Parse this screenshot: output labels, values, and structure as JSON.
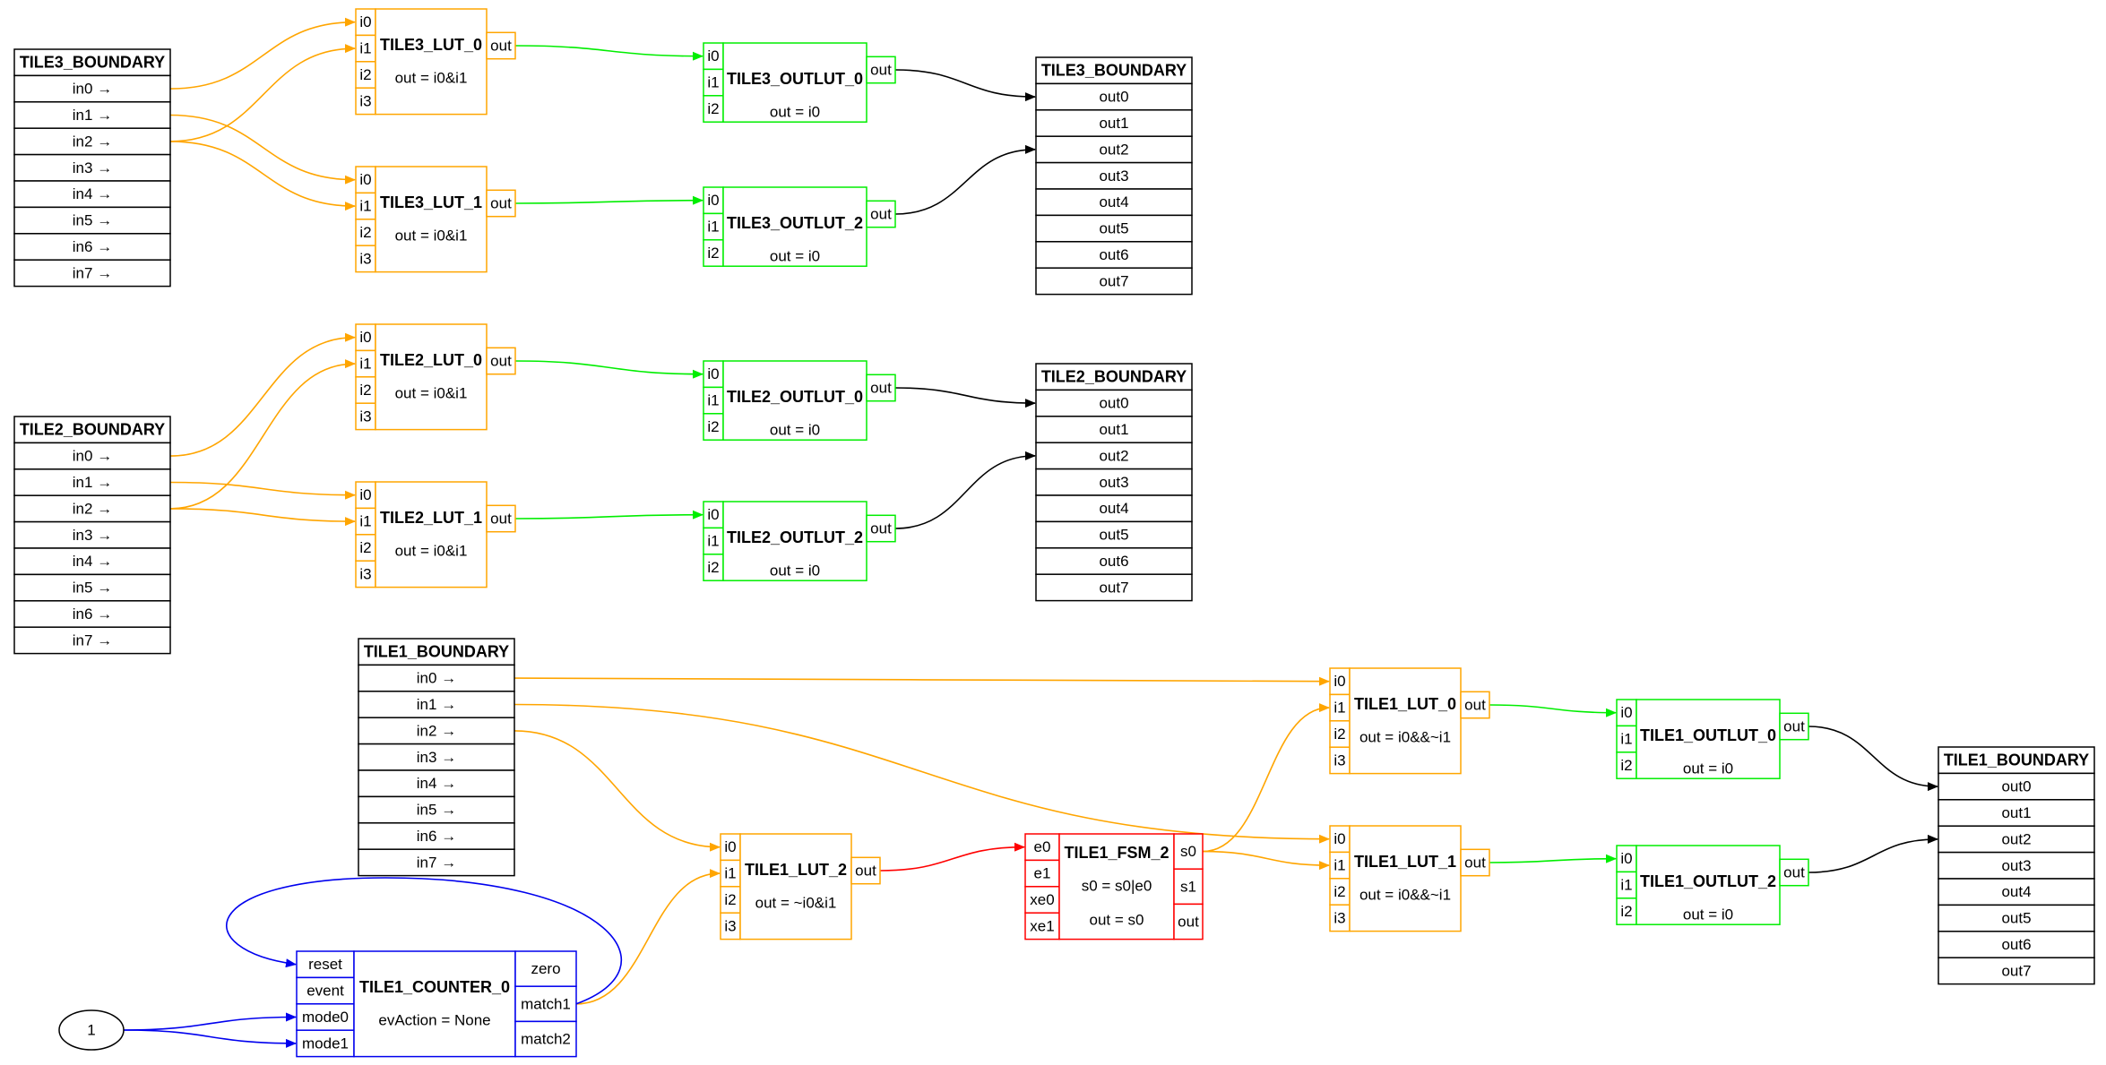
{
  "colors": {
    "boundary": "#000000",
    "lut": "#ffa500",
    "outlut": "#00ee00",
    "fsm": "#ff0000",
    "counter": "#0000ee"
  },
  "arrow": "→",
  "in_ports": [
    "in0",
    "in1",
    "in2",
    "in3",
    "in4",
    "in5",
    "in6",
    "in7"
  ],
  "out_ports": [
    "out0",
    "out1",
    "out2",
    "out3",
    "out4",
    "out5",
    "out6",
    "out7"
  ],
  "lut_inputs": [
    "i0",
    "i1",
    "i2",
    "i3"
  ],
  "outlut_inputs": [
    "i0",
    "i1",
    "i2"
  ],
  "lut_output": "out",
  "nodes": {
    "t3_in": {
      "title": "TILE3_BOUNDARY"
    },
    "t3_out": {
      "title": "TILE3_BOUNDARY"
    },
    "t2_in": {
      "title": "TILE2_BOUNDARY"
    },
    "t2_out": {
      "title": "TILE2_BOUNDARY"
    },
    "t1_in": {
      "title": "TILE1_BOUNDARY"
    },
    "t1_out": {
      "title": "TILE1_BOUNDARY"
    },
    "t3_lut0": {
      "title": "TILE3_LUT_0",
      "expr": "out = i0&i1"
    },
    "t3_lut1": {
      "title": "TILE3_LUT_1",
      "expr": "out = i0&i1"
    },
    "t3_olut0": {
      "title": "TILE3_OUTLUT_0",
      "expr": "out = i0"
    },
    "t3_olut2": {
      "title": "TILE3_OUTLUT_2",
      "expr": "out = i0"
    },
    "t2_lut0": {
      "title": "TILE2_LUT_0",
      "expr": "out = i0&i1"
    },
    "t2_lut1": {
      "title": "TILE2_LUT_1",
      "expr": "out = i0&i1"
    },
    "t2_olut0": {
      "title": "TILE2_OUTLUT_0",
      "expr": "out = i0"
    },
    "t2_olut2": {
      "title": "TILE2_OUTLUT_2",
      "expr": "out = i0"
    },
    "t1_lut0": {
      "title": "TILE1_LUT_0",
      "expr": "out = i0&&~i1"
    },
    "t1_lut1": {
      "title": "TILE1_LUT_1",
      "expr": "out = i0&&~i1"
    },
    "t1_lut2": {
      "title": "TILE1_LUT_2",
      "expr": "out = ~i0&i1"
    },
    "t1_olut0": {
      "title": "TILE1_OUTLUT_0",
      "expr": "out = i0"
    },
    "t1_olut2": {
      "title": "TILE1_OUTLUT_2",
      "expr": "out = i0"
    },
    "t1_fsm2": {
      "title": "TILE1_FSM_2",
      "expr1": "s0 = s0|e0",
      "expr2": "out = s0",
      "inputs": [
        "e0",
        "e1",
        "xe0",
        "xe1"
      ],
      "outputs": [
        "s0",
        "s1",
        "out"
      ]
    },
    "t1_counter0": {
      "title": "TILE1_COUNTER_0",
      "expr": "evAction = None",
      "inputs": [
        "reset",
        "event",
        "mode0",
        "mode1"
      ],
      "outputs": [
        "zero",
        "match1",
        "match2"
      ]
    },
    "const1": {
      "label": "1"
    }
  }
}
